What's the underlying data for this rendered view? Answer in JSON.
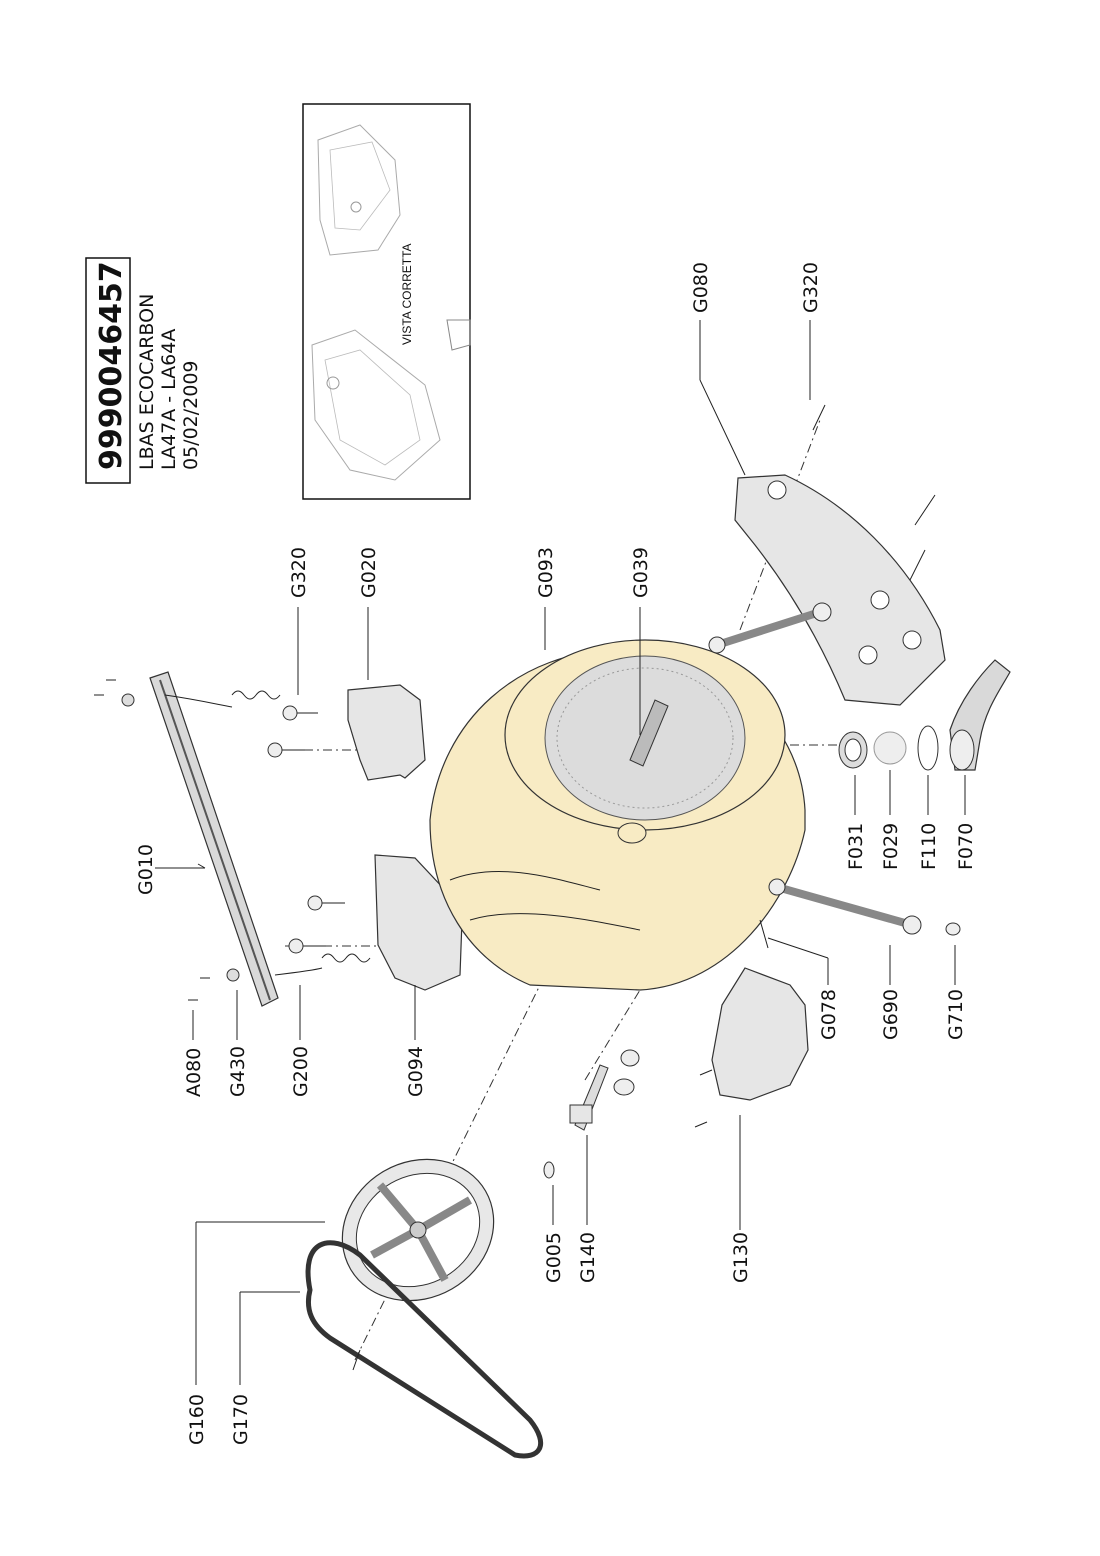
{
  "header": {
    "code": "9990046457",
    "line1": "LBAS ECOCARBON",
    "line2": "LA47A - LA64A",
    "line3": "05/02/2009"
  },
  "inset": {
    "caption": "VISTA CORRETTA"
  },
  "labels": {
    "G010": "G010",
    "G020": "G020",
    "G320a": "G320",
    "G093": "G093",
    "G039": "G039",
    "G080": "G080",
    "G320b": "G320",
    "F031": "F031",
    "F029": "F029",
    "F110": "F110",
    "F070": "F070",
    "G078": "G078",
    "G690": "G690",
    "G710": "G710",
    "A080": "A080",
    "G430": "G430",
    "G200": "G200",
    "G094": "G094",
    "G005": "G005",
    "G140": "G140",
    "G130": "G130",
    "G160": "G160",
    "G170": "G170"
  },
  "colors": {
    "tub": "#f8ebc4",
    "part": "#e6e6e6",
    "line": "#222222"
  }
}
